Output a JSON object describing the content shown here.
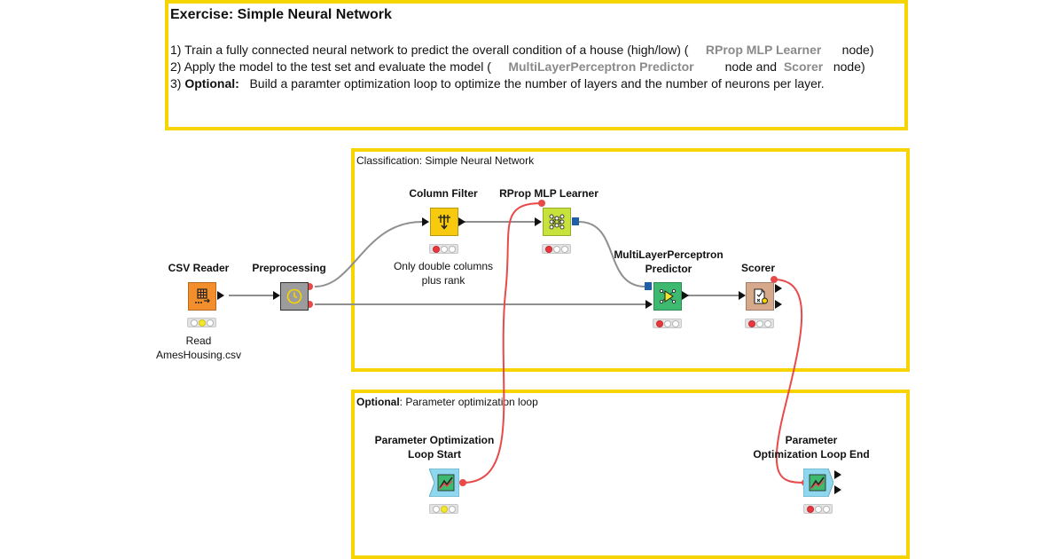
{
  "exercise": {
    "title": "Exercise: Simple Neural Network",
    "line1": {
      "prefix": "1) Train a fully connected neural network to predict the overall condition of a house (high/low) (",
      "node": "RProp MLP Learner",
      "suffix": "node)"
    },
    "line2": {
      "prefix": "2) Apply the model to the test set and evaluate the model (",
      "node1": "MultiLayerPerceptron Predictor",
      "mid": "node and",
      "node2": "Scorer",
      "suffix": "node)"
    },
    "line3": {
      "prefix": "3)",
      "bold": "Optional:",
      "suffix": "Build a paramter optimization loop to optimize the number of layers and the number of neurons per layer."
    }
  },
  "annotations": {
    "classification": {
      "label": "Classification:  Simple Neural Network"
    },
    "optional": {
      "bold": "Optional",
      "label": ": Parameter optimization loop"
    }
  },
  "nodes": {
    "csv_reader": {
      "title": "CSV Reader",
      "desc_line1": "Read",
      "desc_line2": "AmesHousing.csv",
      "color": "#f28e2b",
      "status": [
        "off",
        "yellow",
        "off"
      ]
    },
    "preprocessing": {
      "title": "Preprocessing",
      "color": "#9c9c9c"
    },
    "column_filter": {
      "title": "Column Filter",
      "desc_line1": "Only double columns",
      "desc_line2": "plus rank",
      "color": "#f7c90f",
      "status": [
        "red",
        "off",
        "off"
      ]
    },
    "rprop_learner": {
      "title": "RProp MLP Learner",
      "color": "#c7e23a",
      "status": [
        "red",
        "off",
        "off"
      ]
    },
    "mlp_predictor": {
      "title_line1": "MultiLayerPerceptron",
      "title_line2": "Predictor",
      "color": "#3dba6f",
      "status": [
        "red",
        "off",
        "off"
      ]
    },
    "scorer": {
      "title": "Scorer",
      "color": "#d6a88c",
      "status": [
        "red",
        "off",
        "off"
      ]
    },
    "loop_start": {
      "title_line1": "Parameter Optimization",
      "title_line2": "Loop Start",
      "color": "#8fd7ee",
      "status": [
        "off",
        "yellow",
        "off"
      ]
    },
    "loop_end": {
      "title_line1": "Parameter",
      "title_line2": "Optimization Loop End",
      "color": "#8fd7ee",
      "status": [
        "red",
        "off",
        "off"
      ]
    }
  },
  "colors": {
    "annotation_border": "#f5d400",
    "flow_variable": "#e84a4a",
    "connection": "#8f8f8f",
    "model_port": "#1f5fa8"
  }
}
